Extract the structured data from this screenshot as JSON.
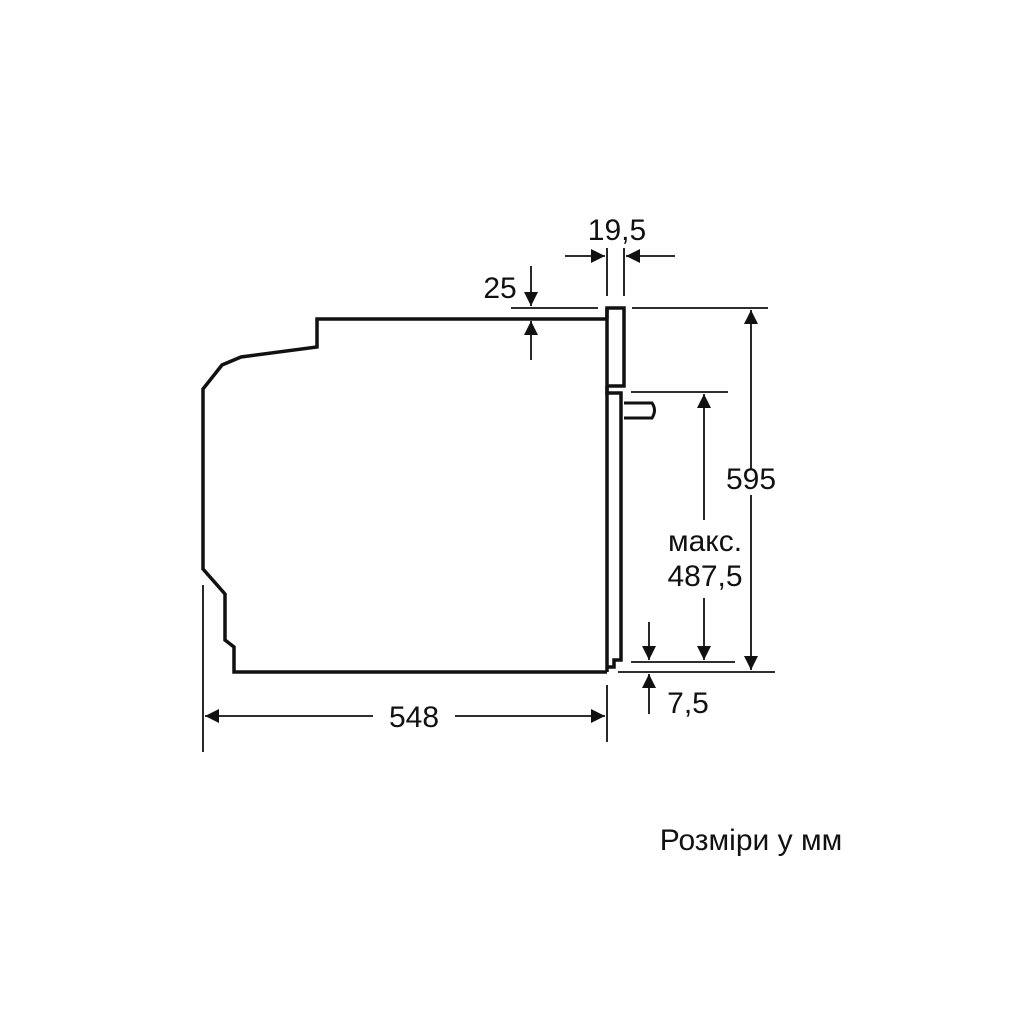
{
  "diagram": {
    "type": "technical-dimension-drawing",
    "subject": "built-in oven side profile",
    "line_color": "#111111",
    "background": "#ffffff"
  },
  "dimensions": {
    "door_thickness": "19,5",
    "top_offset": "25",
    "total_height": "595",
    "max_label": "макс.",
    "max_height": "487,5",
    "bottom_offset": "7,5",
    "depth": "548"
  },
  "caption": "Розміри у мм"
}
